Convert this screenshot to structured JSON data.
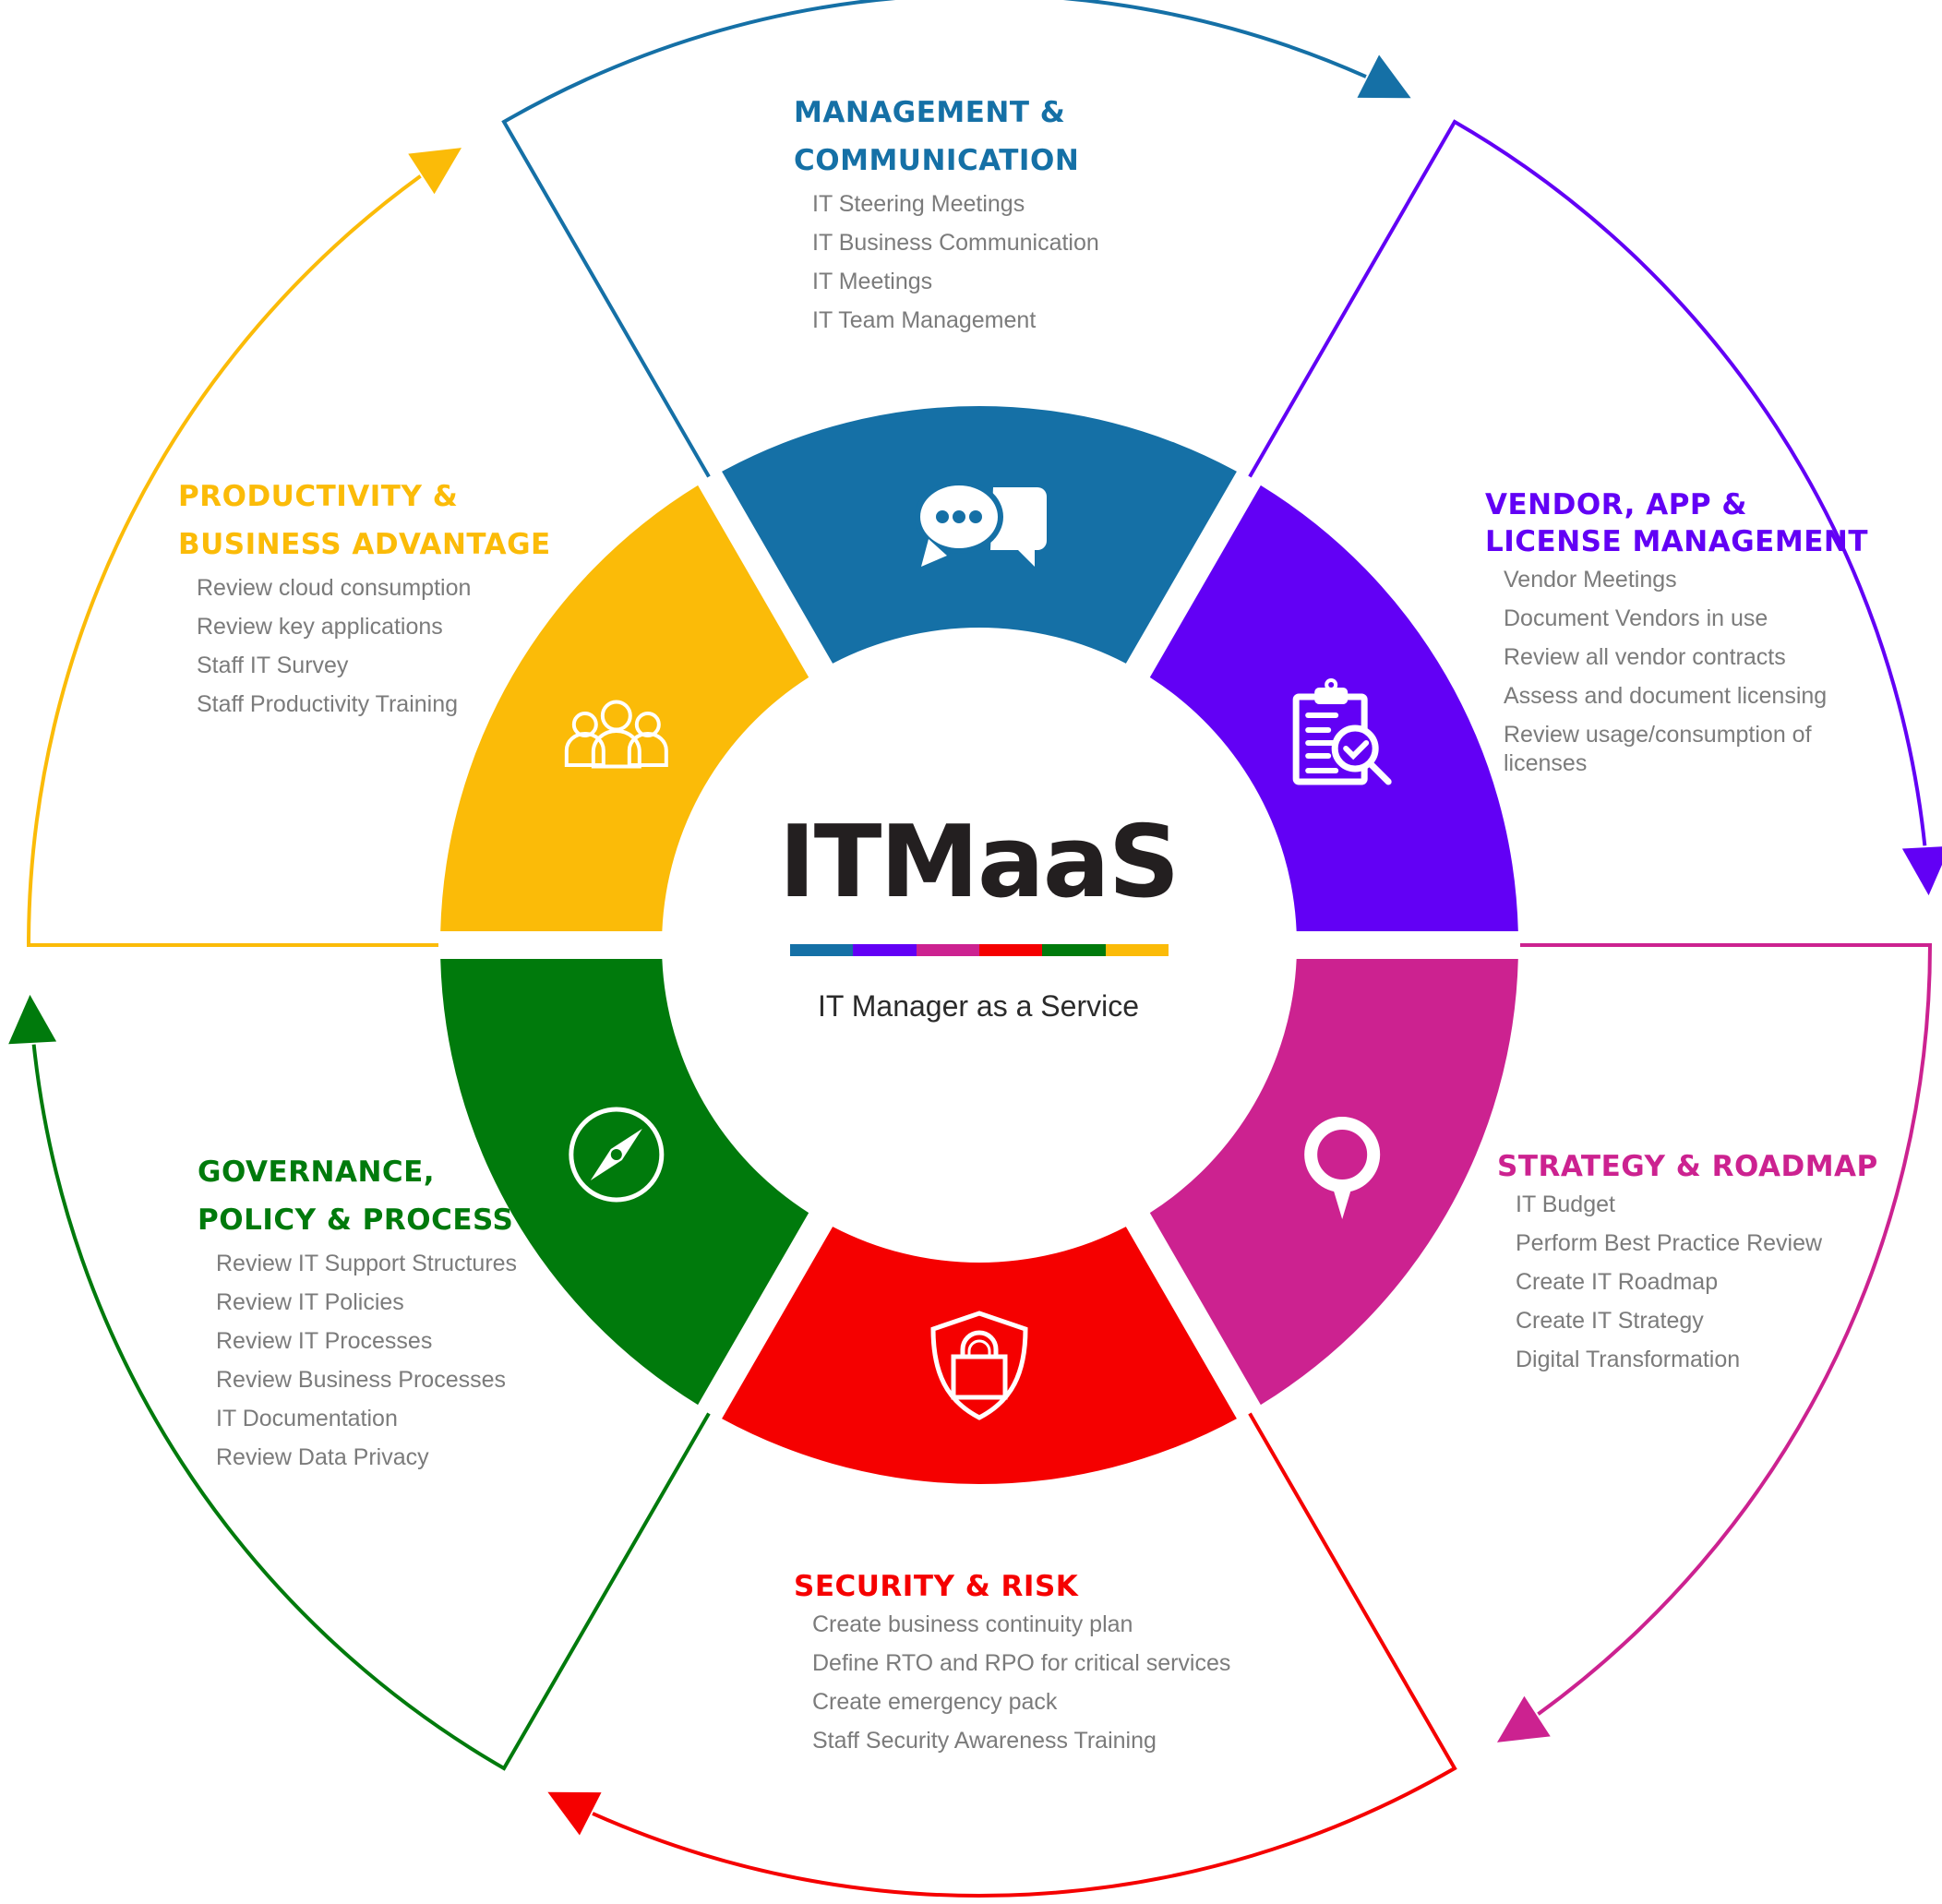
{
  "center": {
    "title": "ITMaaS",
    "subtitle": "IT Manager as a Service",
    "bar_colors": [
      "#1570a6",
      "#6200f5",
      "#cc2290",
      "#f50000",
      "#007a0c",
      "#fbbb08"
    ]
  },
  "segments": [
    {
      "id": "management",
      "color": "#1570a6",
      "icon": "chat-bubbles-icon",
      "heading_lines": [
        "MANAGEMENT &",
        "COMMUNICATION"
      ],
      "items": [
        "IT Steering Meetings",
        "IT Business Communication",
        "IT Meetings",
        "IT Team Management"
      ]
    },
    {
      "id": "vendor",
      "color": "#6200f5",
      "icon": "clipboard-check-icon",
      "heading_lines": [
        "VENDOR, APP &",
        "LICENSE MANAGEMENT"
      ],
      "items": [
        "Vendor Meetings",
        "Document Vendors in use",
        "Review all vendor contracts",
        "Assess and document licensing",
        "Review usage/consumption of licenses"
      ]
    },
    {
      "id": "strategy",
      "color": "#cc2290",
      "icon": "map-pin-icon",
      "heading_lines": [
        "STRATEGY & ROADMAP"
      ],
      "items": [
        "IT Budget",
        "Perform Best Practice Review",
        "Create IT Roadmap",
        "Create IT Strategy",
        "Digital Transformation"
      ]
    },
    {
      "id": "security",
      "color": "#f50000",
      "icon": "shield-lock-icon",
      "heading_lines": [
        "SECURITY & RISK"
      ],
      "items": [
        "Create business continuity plan",
        "Define RTO and RPO for critical services",
        "Create emergency pack",
        "Staff Security Awareness Training"
      ]
    },
    {
      "id": "governance",
      "color": "#007a0c",
      "icon": "compass-icon",
      "heading_lines": [
        "GOVERNANCE,",
        "POLICY & PROCESS"
      ],
      "items": [
        "Review IT Support Structures",
        "Review IT Policies",
        "Review IT Processes",
        "Review Business Processes",
        "IT Documentation",
        "Review Data Privacy"
      ]
    },
    {
      "id": "productivity",
      "color": "#fbbb08",
      "icon": "team-people-icon",
      "heading_lines": [
        "PRODUCTIVITY &",
        "BUSINESS ADVANTAGE"
      ],
      "items": [
        "Review cloud consumption",
        "Review key applications",
        "Staff IT Survey",
        "Staff Productivity Training"
      ]
    }
  ]
}
